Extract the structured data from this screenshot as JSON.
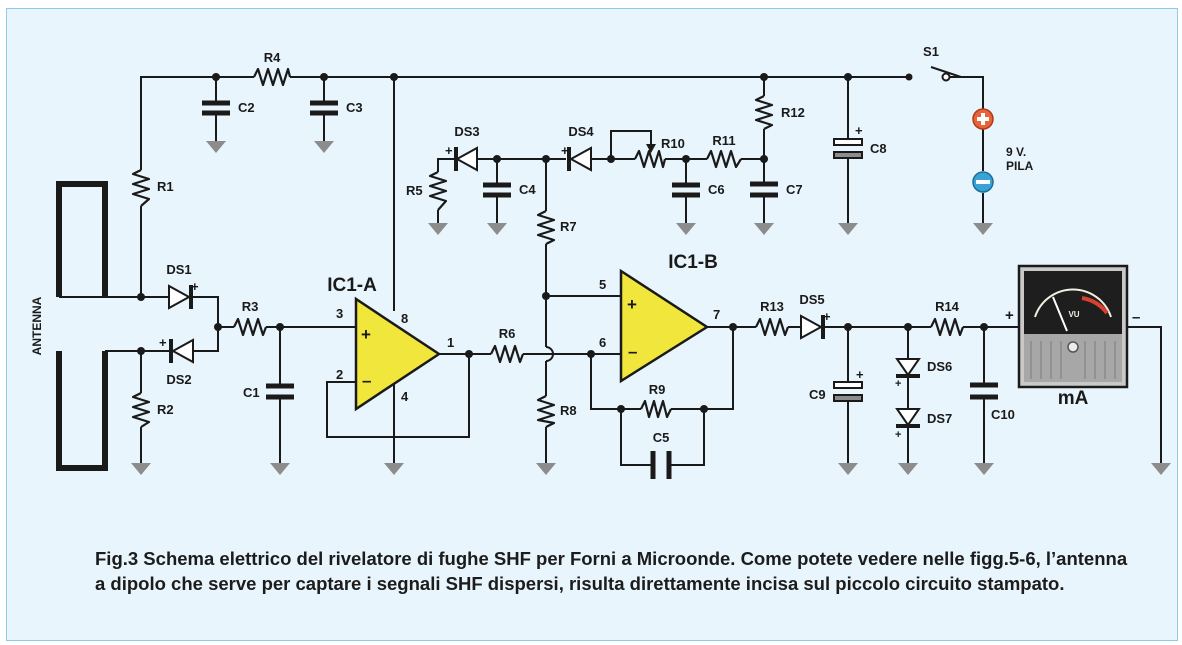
{
  "caption": "Fig.3 Schema elettrico del rivelatore di fughe SHF per Forni a Microonde. Come potete vedere nelle figg.5-6, l’antenna a dipolo che serve per captare i segnali SHF dispersi, risulta direttamente incisa sul piccolo circuito stampato.",
  "labels": {
    "antenna": "ANTENNA",
    "ic1a": "IC1-A",
    "ic1b": "IC1-B",
    "battery": "9 V.",
    "battery2": "PILA",
    "meter_unit": "mA",
    "meter_scale": "VU"
  },
  "components": {
    "R1": "R1",
    "R2": "R2",
    "R3": "R3",
    "R4": "R4",
    "R5": "R5",
    "R6": "R6",
    "R7": "R7",
    "R8": "R8",
    "R9": "R9",
    "R10": "R10",
    "R11": "R11",
    "R12": "R12",
    "R13": "R13",
    "R14": "R14",
    "C1": "C1",
    "C2": "C2",
    "C3": "C3",
    "C4": "C4",
    "C5": "C5",
    "C6": "C6",
    "C7": "C7",
    "C8": "C8",
    "C9": "C9",
    "C10": "C10",
    "DS1": "DS1",
    "DS2": "DS2",
    "DS3": "DS3",
    "DS4": "DS4",
    "DS5": "DS5",
    "DS6": "DS6",
    "DS7": "DS7",
    "S1": "S1"
  },
  "pins": {
    "p3": "3",
    "p8": "8",
    "p1": "1",
    "p2": "2",
    "p4": "4",
    "p5": "5",
    "p6": "6",
    "p7": "7"
  },
  "polarity": {
    "plus": "+",
    "minus": "–"
  },
  "colors": {
    "opamp_fill": "#f1e63c",
    "background": "#e9f5fc",
    "ground": "#8c8c8c",
    "battery_plus": "#e8623a",
    "battery_minus": "#3aa3d6"
  }
}
